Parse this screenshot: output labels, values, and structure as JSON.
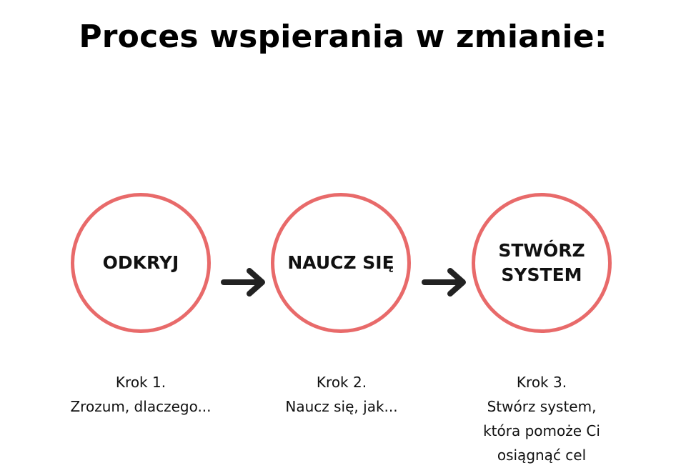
{
  "title": "Proces wspierania w zmianie:",
  "colors": {
    "circle_border": "#e86a6a",
    "arrow": "#222222",
    "text": "#111111"
  },
  "steps": [
    {
      "circle_label": "ODKRYJ",
      "step_label": "Krok 1.",
      "description_lines": [
        "Zrozum, dlaczego..."
      ]
    },
    {
      "circle_label": "NAUCZ SIĘ",
      "step_label": "Krok 2.",
      "description_lines": [
        "Naucz się, jak..."
      ]
    },
    {
      "circle_label": "STWÓRZ\nSYSTEM",
      "step_label": "Krok 3.",
      "description_lines": [
        "Stwórz system,",
        "która pomoże Ci",
        "osiągnąć cel"
      ]
    }
  ],
  "arrows": [
    {
      "icon": "arrow-right-icon"
    },
    {
      "icon": "arrow-right-icon"
    }
  ]
}
